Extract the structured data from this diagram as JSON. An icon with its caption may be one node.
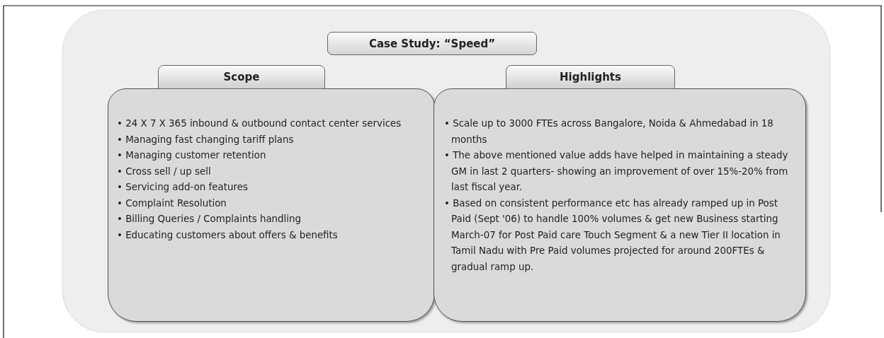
{
  "diagram": {
    "nodes": [
      {
        "text": [
          "Case Study: “Speed”"
        ]
      },
      {
        "text": [
          "Scope",
          "• 24 X 7 X 365 inbound & outbound contact center services",
          "• Managing fast changing tariff plans",
          "• Managing customer retention",
          "• Cross sell / up sell",
          "• Servicing add-on features",
          "• Complaint Resolution",
          "• Billing Queries / Complaints handling",
          "• Educating customers about offers & benefits"
        ]
      },
      {
        "text": [
          "Highlights",
          "• Scale up to 3000 FTEs across Bangalore, Noida & Ahmedabad in 18 months",
          "• The above mentioned value adds have helped in maintaining a steady GM in last 2 quarters- showing an improvement of over 15%-20% from last fiscal year.",
          "• Based on consistent performance etc has already ramped up in Post Paid (Sept '06) to handle 100% volumes & get new Business starting March-07 for Post Paid care Touch Segment & a new Tier II location in Tamil Nadu with Pre Paid volumes projected for around 200FTEs & gradual ramp up."
        ]
      }
    ]
  }
}
